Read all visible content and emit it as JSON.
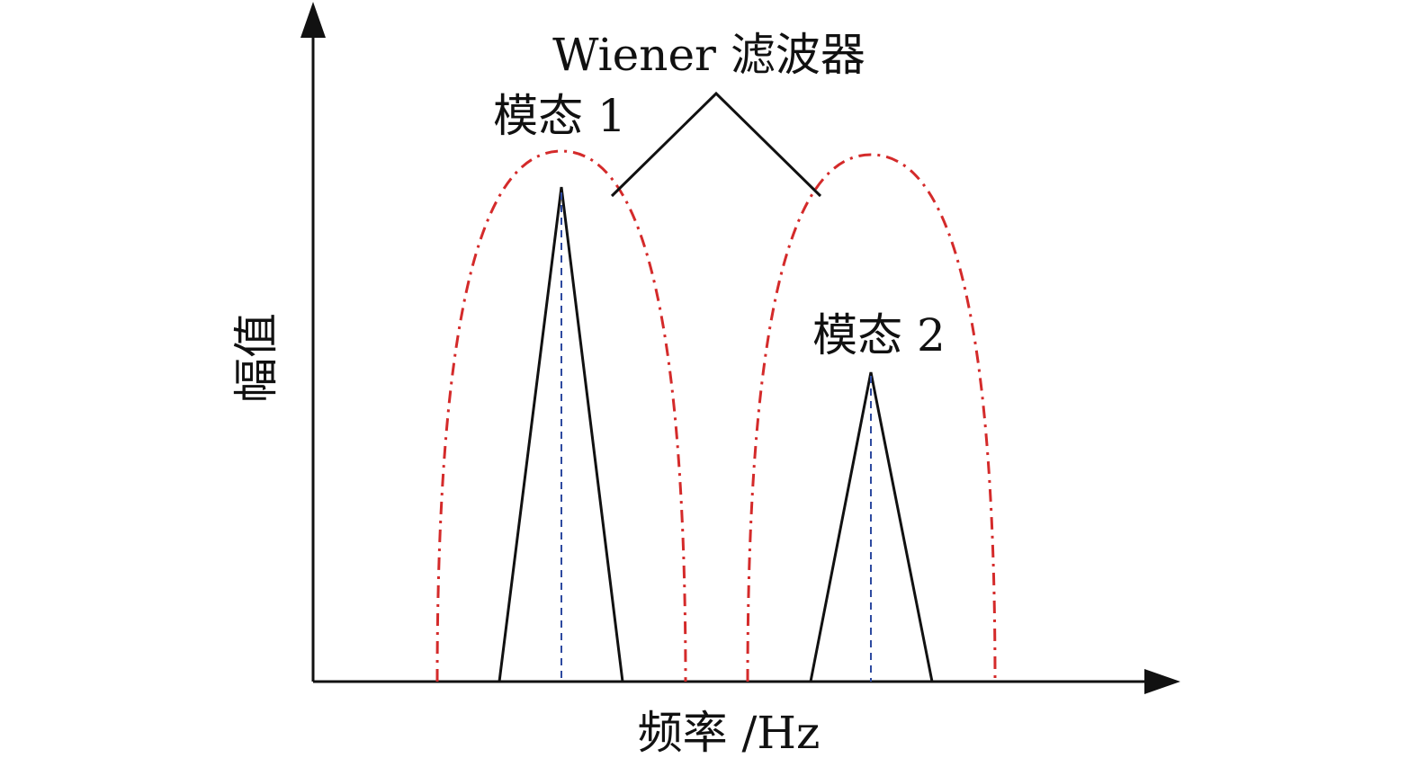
{
  "labels": {
    "filter": "Wiener 滤波器",
    "mode1": "模态 1",
    "mode2": "模态 2",
    "ylabel": "幅值",
    "xlabel": "频率 /Hz"
  },
  "colors": {
    "axis": "#111111",
    "peak": "#111111",
    "filter_curve": "#d42a2a",
    "center_line": "#2e4aa0",
    "background": "#ffffff"
  }
}
